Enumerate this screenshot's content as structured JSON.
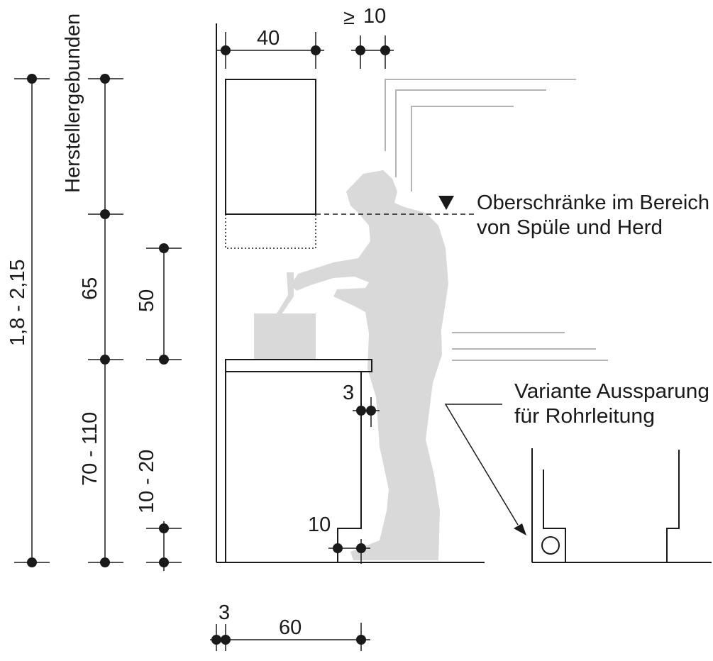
{
  "labels": {
    "total_height": "1,8 - 2,15",
    "manufacturer": "Herstellergebunden",
    "upper_gap": "65",
    "work_height": "70 - 110",
    "gap_50": "50",
    "plinth": "10 - 20",
    "cabinet_depth": "40",
    "min_clearance_sym": "≥",
    "min_clearance": "10",
    "worktop_overhang": "3",
    "toe_recess": "10",
    "wall_gap": "3",
    "base_depth": "60"
  },
  "notes": {
    "upper_line1": "Oberschränke im Bereich",
    "upper_line2": "von Spüle und Herd",
    "variant_line1": "Variante Aussparung",
    "variant_line2": "für Rohrleitung"
  },
  "colors": {
    "ink": "#1a1a1a",
    "figure": "#d9d9d9",
    "hint_lines": "#b4b4b4"
  }
}
